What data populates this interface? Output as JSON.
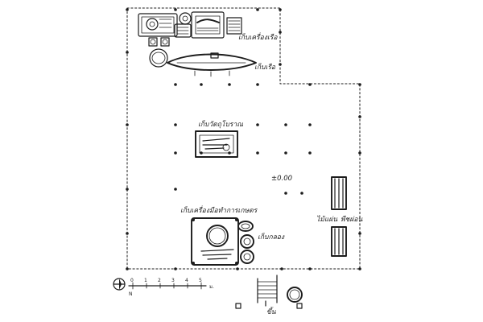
{
  "labels": {
    "boat_storage_top": "เก็บเครื่องเรือ",
    "boat_storage": "เก็บเรือ",
    "artifact_storage": "เก็บวัตถุโบราณ",
    "elevation": "±0.00",
    "fishing_tool_storage": "เก็บเครื่องมือทำการเกษตร",
    "drum_storage": "เก็บกลอง",
    "plank_left": "ไม้แผ่น",
    "plank_right": "พืชผ่อน",
    "stairs": "ขึ้น"
  },
  "scale_bar": {
    "ticks": [
      "0",
      "1",
      "2",
      "3",
      "4",
      "5"
    ],
    "unit": "ม."
  },
  "north_arrow": {
    "label": "N"
  }
}
